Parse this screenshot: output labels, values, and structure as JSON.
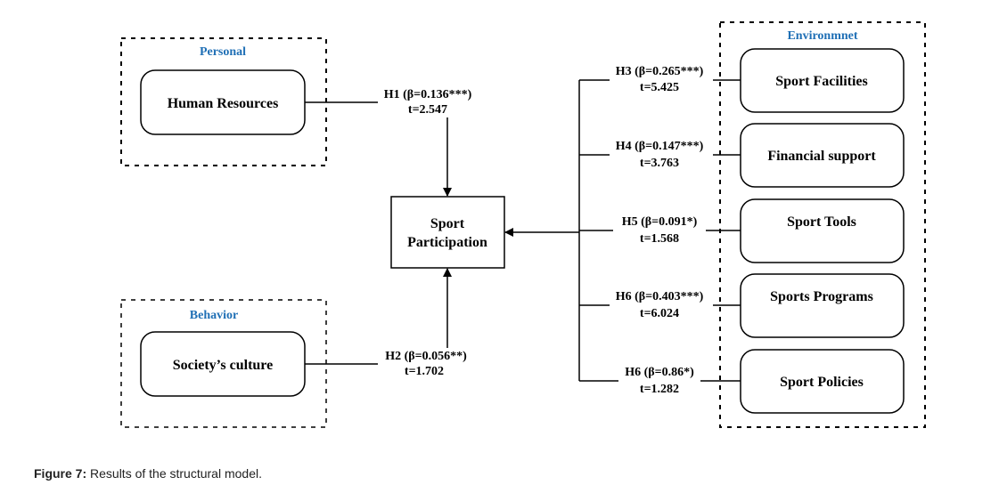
{
  "groups": {
    "personal": {
      "title": "Personal"
    },
    "behavior": {
      "title": "Behavior"
    },
    "environment": {
      "title": "Environmnet"
    }
  },
  "nodes": {
    "human_resources": "Human Resources",
    "society_culture": "Society’s culture",
    "sport_participation_line1": "Sport",
    "sport_participation_line2": "Participation",
    "sport_facilities": "Sport Facilities",
    "financial_support": "Financial support",
    "sport_tools": "Sport Tools",
    "sports_programs": "Sports Programs",
    "sport_policies": "Sport Policies"
  },
  "paths": {
    "h1": {
      "beta": "H1 (β=0.136***)",
      "t": "t=2.547"
    },
    "h2": {
      "beta": "H2 (β=0.056**)",
      "t": "t=1.702"
    },
    "h3": {
      "beta": "H3 (β=0.265***)",
      "t": "t=5.425"
    },
    "h4": {
      "beta": "H4 (β=0.147***)",
      "t": "t=3.763"
    },
    "h5": {
      "beta": "H5 (β=0.091*)",
      "t": "t=1.568"
    },
    "h6a": {
      "beta": "H6 (β=0.403***)",
      "t": "t=6.024"
    },
    "h6b": {
      "beta": "H6 (β=0.86*)",
      "t": "t=1.282"
    }
  },
  "colors": {
    "group_title": "#1f6fb5",
    "line": "#000000"
  },
  "caption": {
    "label": "Figure 7:",
    "text": " Results of the structural model."
  }
}
